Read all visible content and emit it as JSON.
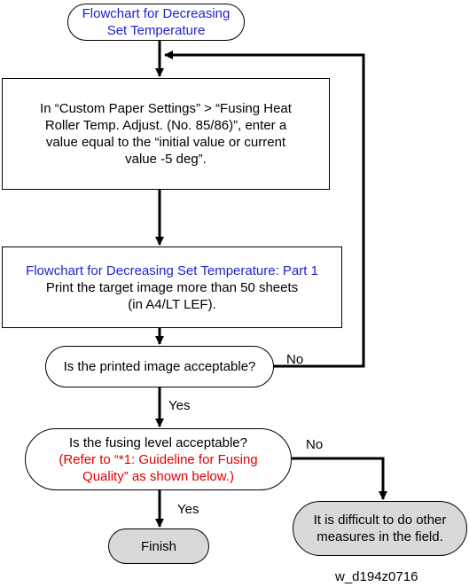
{
  "nodes": {
    "title": {
      "lines": [
        "Flowchart for Decreasing",
        "Set Temperature"
      ]
    },
    "step1": {
      "lines": [
        "In “Custom Paper Settings” > “Fusing Heat",
        "Roller Temp. Adjust. (No. 85/86)”, enter a",
        "value equal to the “initial value or current",
        "value -5 deg”."
      ]
    },
    "step2": {
      "heading": "Flowchart for Decreasing Set Temperature: Part 1",
      "lines": [
        "Print the target image more than 50 sheets",
        "(in A4/LT LEF)."
      ]
    },
    "decision1": {
      "text": "Is the printed image acceptable?"
    },
    "decision2": {
      "text": "Is the fusing level acceptable?",
      "note_lines": [
        "(Refer to “*1: Guideline for Fusing",
        "Quality” as shown below.)"
      ]
    },
    "finish": {
      "text": "Finish"
    },
    "difficult": {
      "lines": [
        "It is difficult to do other",
        "measures in the field."
      ]
    }
  },
  "labels": {
    "no1": "No",
    "yes1": "Yes",
    "no2": "No",
    "yes2": "Yes"
  },
  "figure_id": "w_d194z0716",
  "colors": {
    "title_blue": "#1f1fd0",
    "note_red": "#e00000",
    "terminal_gray": "#d9d9d9"
  }
}
